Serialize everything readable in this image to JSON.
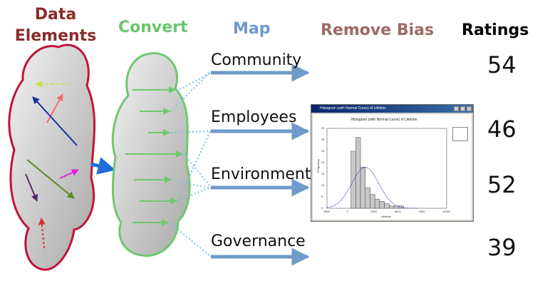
{
  "headers": {
    "data_elements_line1": "Data",
    "data_elements_line2": "Elements",
    "convert": "Convert",
    "map": "Map",
    "remove_bias": "Remove Bias",
    "ratings": "Ratings"
  },
  "colors": {
    "data_elements": "#8b2b2b",
    "convert": "#6cc46c",
    "map": "#6e9bc8",
    "remove_bias": "#9b6b62",
    "ratings": "#000000",
    "cloud_outline_red": "#c0143c",
    "cloud_outline_green": "#6ec86e",
    "map_arrow": "#6e9bc8"
  },
  "categories": [
    {
      "name": "Community",
      "rating": "54"
    },
    {
      "name": "Employees",
      "rating": "46"
    },
    {
      "name": "Environment",
      "rating": "52"
    },
    {
      "name": "Governance",
      "rating": "39"
    }
  ],
  "histogram_window": {
    "title": "Histogram (with Normal Curve) of Lifetime",
    "plot_title": "Histogram (with Normal Curve) of Lifetime",
    "xlabel": "Lifetime",
    "ylabel": "Frequency",
    "xticks": [
      "-2500",
      "0",
      "2500",
      "5000",
      "7500",
      "10000"
    ],
    "yticks": [
      "0",
      "5",
      "10",
      "15",
      "20",
      "25",
      "30",
      "35"
    ]
  },
  "chart_data": {
    "type": "bar",
    "title": "Histogram (with Normal Curve) of Lifetime",
    "xlabel": "Lifetime",
    "ylabel": "Frequency",
    "x": [
      250,
      750,
      1250,
      1750,
      2250,
      2750,
      3250,
      3750,
      4250,
      4750,
      5250
    ],
    "values": [
      25,
      31,
      18,
      9,
      6,
      4,
      3,
      2,
      1,
      1,
      1
    ],
    "ylim": [
      0,
      35
    ],
    "xlim": [
      -2500,
      10000
    ],
    "curve": "normal"
  }
}
